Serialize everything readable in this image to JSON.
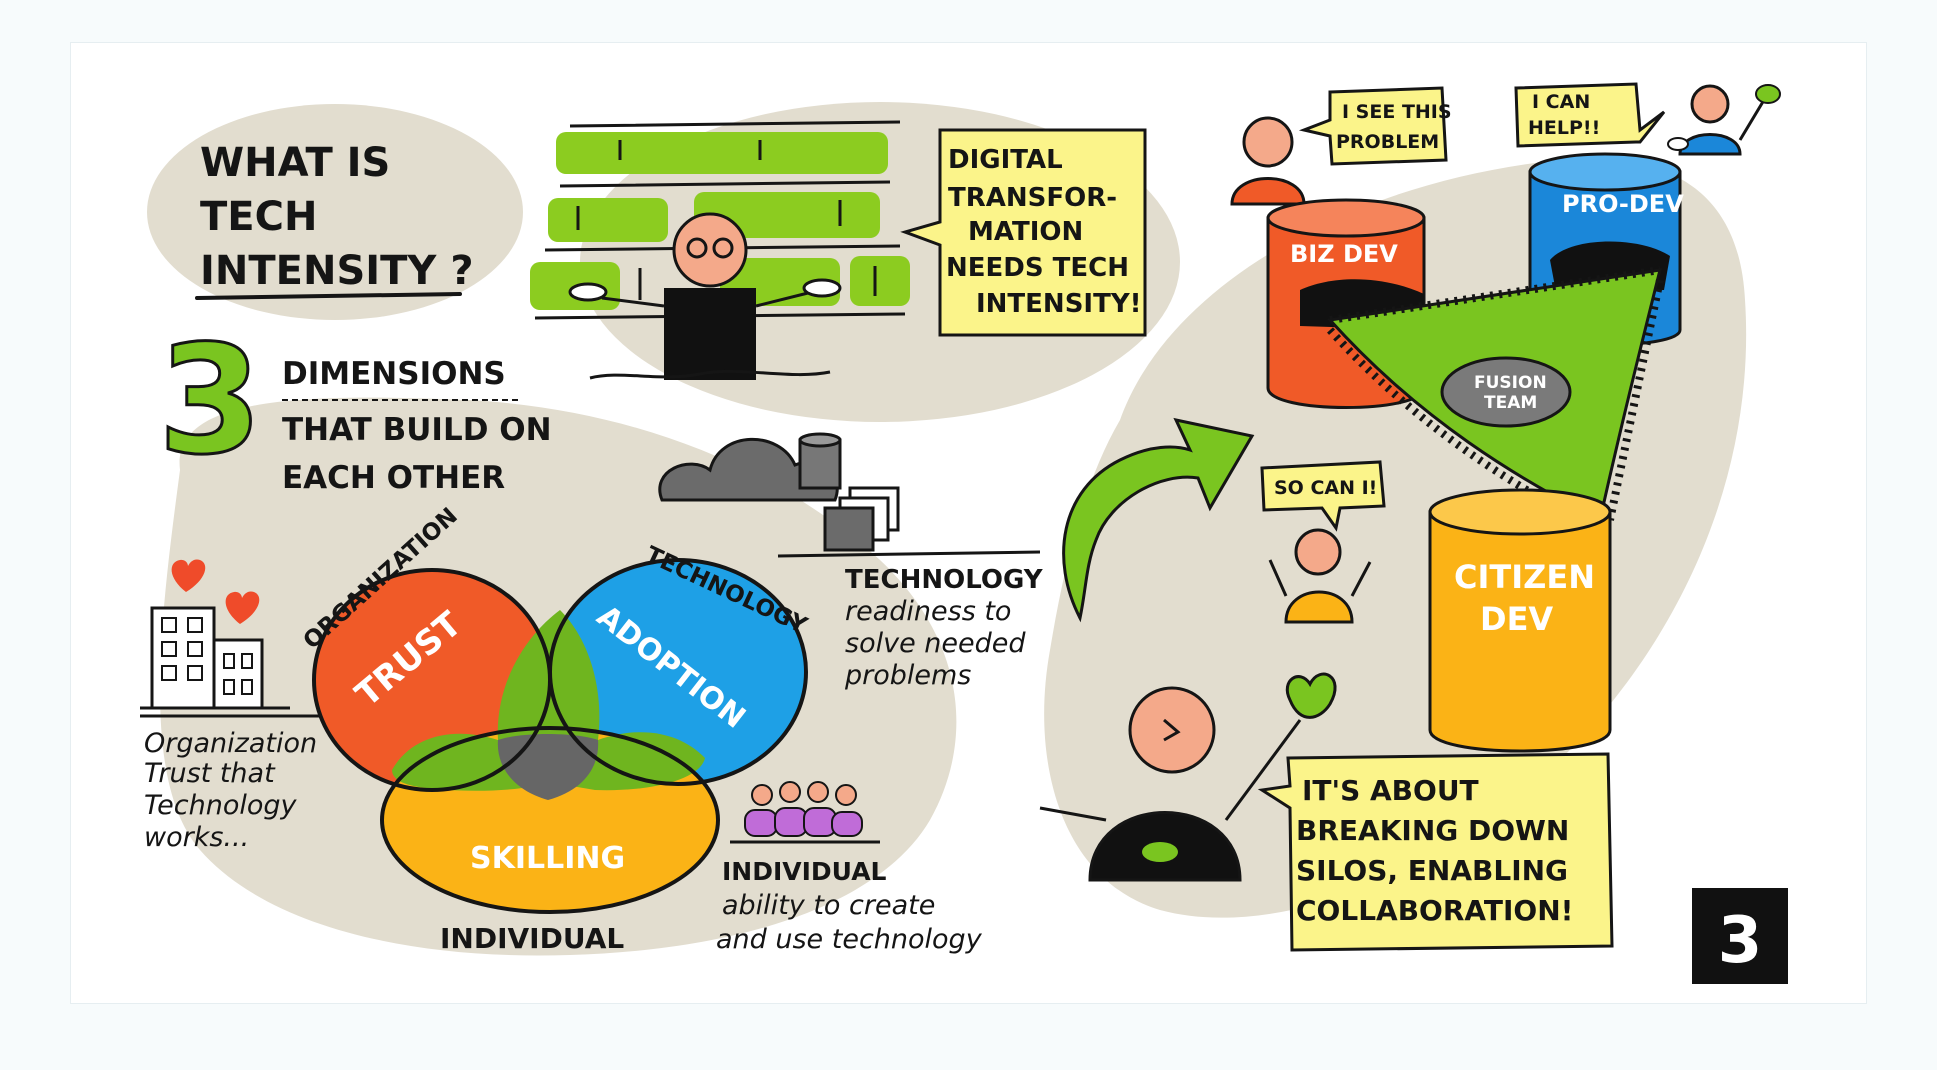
{
  "title": [
    "WHAT IS",
    "TECH",
    "INTENSITY ?"
  ],
  "dimensions": {
    "number": "3",
    "lines": [
      "DIMENSIONS",
      "THAT BUILD ON",
      "EACH OTHER"
    ]
  },
  "speaker_bubble": [
    "DIGITAL",
    "TRANSFOR-",
    "MATION",
    "NEEDS TECH",
    "INTENSITY!"
  ],
  "venn": {
    "circle_labels": {
      "trust": "TRUST",
      "adoption": "ADOPTION",
      "skilling": "SKILLING"
    },
    "outer_labels": {
      "organization": "ORGANIZATION",
      "technology": "TECHNOLOGY",
      "individual": "INDIVIDUAL"
    },
    "colors": {
      "trust": "#f05a28",
      "adoption": "#1ea0e6",
      "skilling": "#fbb316",
      "overlap": "#6fb51f",
      "center": "#666666"
    }
  },
  "captions": {
    "organization": [
      "Organization",
      "Trust that",
      "Technology",
      "works..."
    ],
    "technology": [
      "TECHNOLOGY",
      "readiness to",
      "solve needed",
      "problems"
    ],
    "individual": [
      "INDIVIDUAL",
      "ability to create",
      "and use technology"
    ]
  },
  "teams": {
    "biz_dev": "BIZ DEV",
    "pro_dev": "PRO-DEV",
    "citizen_dev": [
      "CITIZEN",
      "DEV"
    ],
    "fusion": [
      "FUSION",
      "TEAM"
    ],
    "colors": {
      "biz_dev": "#f05a28",
      "pro_dev": "#1b87d9",
      "citizen_dev": "#fbb316",
      "fusion": "#8ccc20"
    }
  },
  "bubbles": {
    "see_problem": [
      "I SEE THIS",
      "PROBLEM"
    ],
    "can_help": [
      "I CAN",
      "HELP!!"
    ],
    "so_can_i": "SO CAN I!"
  },
  "closing_bubble": [
    "IT'S ABOUT",
    "BREAKING DOWN",
    "SILOS, ENABLING",
    "COLLABORATION!"
  ],
  "page_number": "3"
}
